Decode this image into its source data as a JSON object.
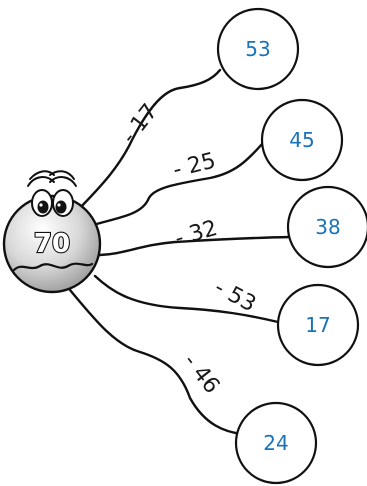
{
  "center": {
    "value": "70"
  },
  "branches": [
    {
      "operation": "- 17",
      "result": "53"
    },
    {
      "operation": "- 25",
      "result": "45"
    },
    {
      "operation": "- 32",
      "result": "38"
    },
    {
      "operation": "- 53",
      "result": "17"
    },
    {
      "operation": "- 46",
      "result": "24"
    }
  ],
  "colors": {
    "result_text": "#1a73b8",
    "stroke": "#111111",
    "center_fill": "#c9c9c9"
  }
}
